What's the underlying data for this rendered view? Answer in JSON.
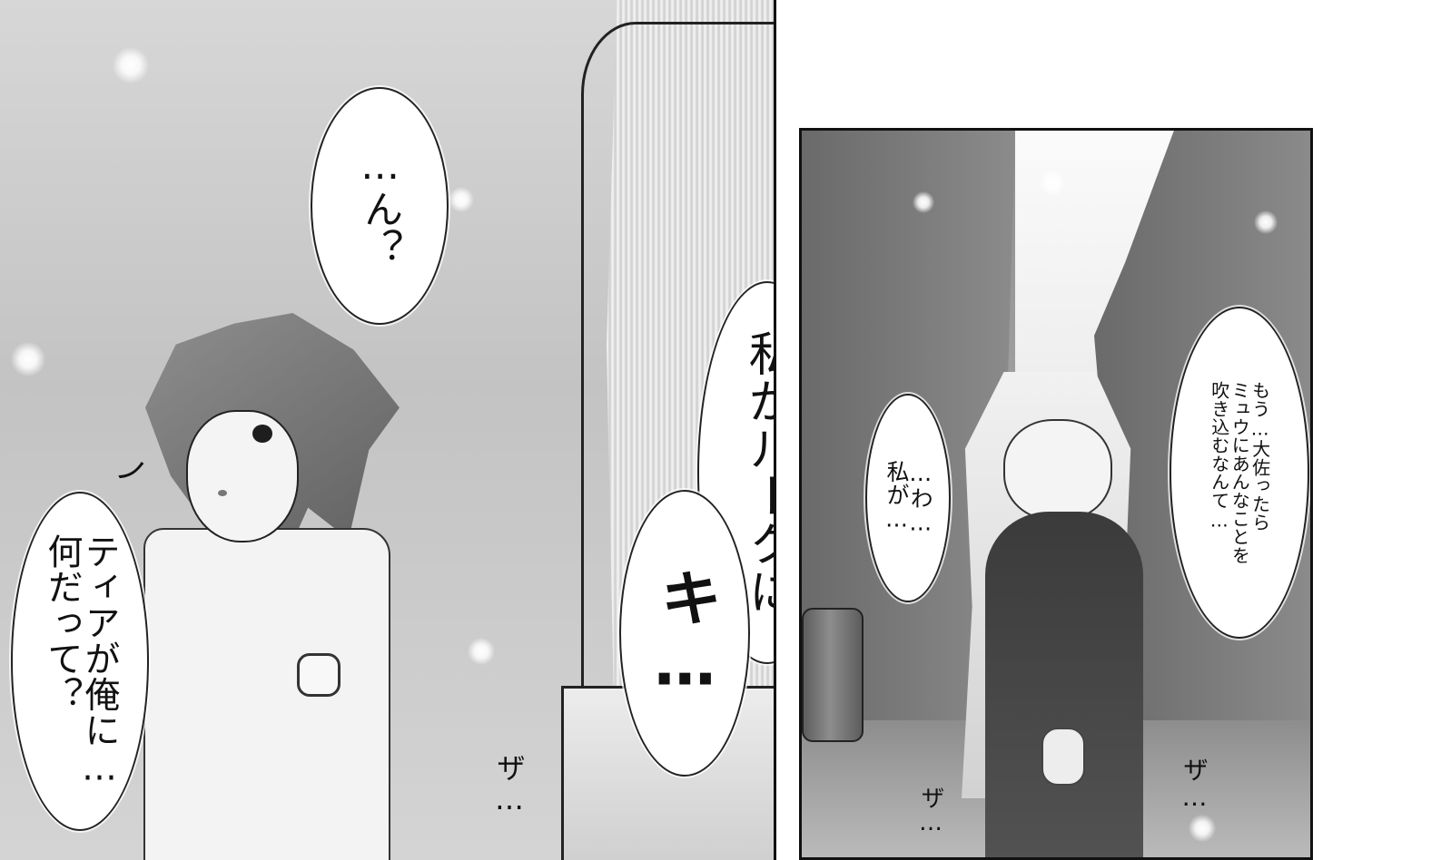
{
  "bubbles": {
    "n_question": "…ん？",
    "tear_what": "ティアが俺に…\n何だって？",
    "watashi_luke": "私がルークに",
    "ki": "キ…",
    "wa_watashi": "…わ…\n私が…",
    "mou_taisa": "もう…大佐ったら\nミュウにあんなことを\n吹き込むなんて…"
  },
  "sfx": {
    "za_left": "ザ…",
    "za_right_1": "ザ…",
    "za_right_2": "ザ…",
    "tension_marks": "ノ"
  },
  "colors": {
    "panel_border": "#111111",
    "bubble_fill": "#ffffff",
    "gray_dark": "#5e5e5e"
  }
}
